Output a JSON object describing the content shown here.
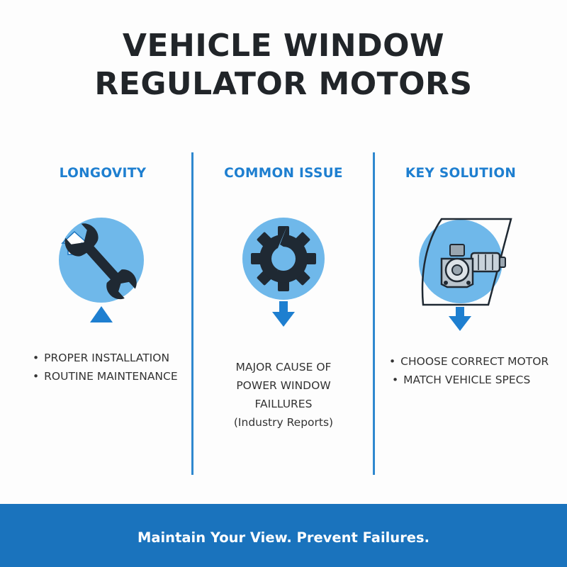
{
  "title": {
    "line1": "VEHICLE WINDOW",
    "line2": "REGULATOR MOTORS"
  },
  "columns": [
    {
      "heading": "LONGOVITY",
      "icon": "wrench-icon",
      "bullets": [
        "PROPER INSTALLATION",
        "ROUTINE MAINTENANCE"
      ]
    },
    {
      "heading": "COMMON ISSUE",
      "icon": "broken-gear-icon",
      "text_lines": [
        "MAJOR CAUSE OF",
        "POWER WINDOW",
        "FAILLURES",
        "(Industry Reports)"
      ]
    },
    {
      "heading": "KEY SOLUTION",
      "icon": "window-motor-icon",
      "bullets": [
        "CHOOSE CORRECT MOTOR",
        "MATCH VEHICLE SPECS"
      ]
    }
  ],
  "footer": {
    "tagline": "Maintain Your View. Prevent Failures."
  },
  "colors": {
    "accent": "#1e7fd0",
    "circle": "#6fb8ea",
    "icon_dark": "#1f2933",
    "footer_bg": "#1a73bd",
    "title": "#212529"
  }
}
